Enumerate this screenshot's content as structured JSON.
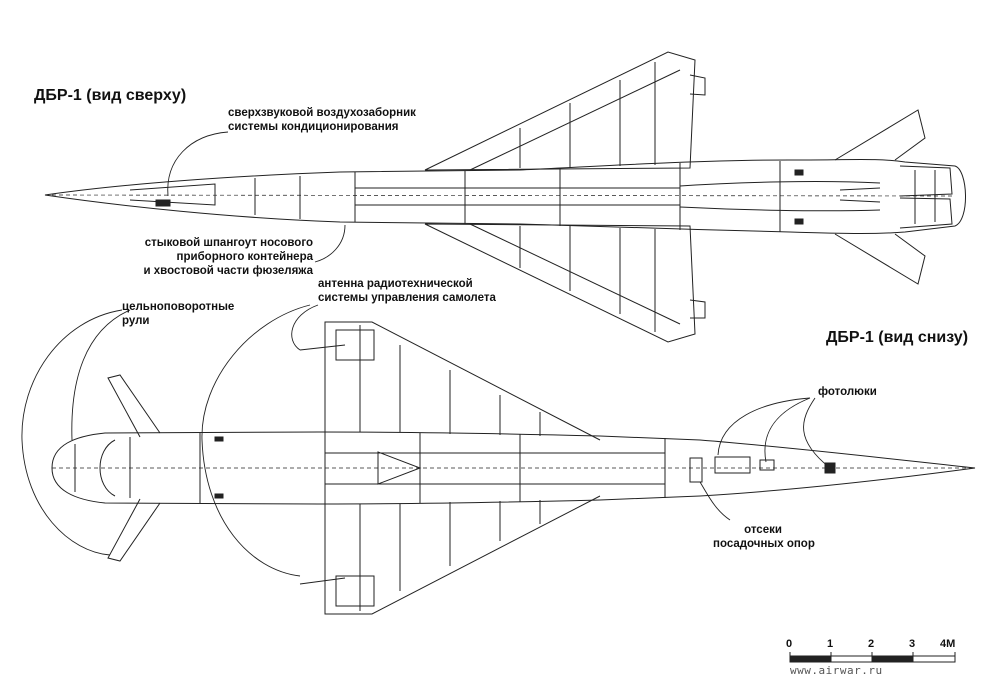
{
  "titles": {
    "top_view": "ДБР-1 (вид сверху)",
    "bottom_view": "ДБР-1 (вид снизу)"
  },
  "annotations": {
    "intake": [
      "сверхзвуковой воздухозаборник",
      "системы кондиционирования"
    ],
    "frame": [
      "стыковой шпангоут носового",
      "приборного контейнера",
      "и хвостовой части фюзеляжа"
    ],
    "antenna": [
      "антенна радиотехнической",
      "системы управления самолета"
    ],
    "rudders": [
      "цельноповоротные",
      "рули"
    ],
    "photo_hatches": "фотолюки",
    "gear_bays": [
      "отсеки",
      "посадочных опор"
    ]
  },
  "scale": {
    "ticks": [
      "0",
      "1",
      "2",
      "3",
      "4М"
    ]
  },
  "watermark": "www.airwar.ru"
}
